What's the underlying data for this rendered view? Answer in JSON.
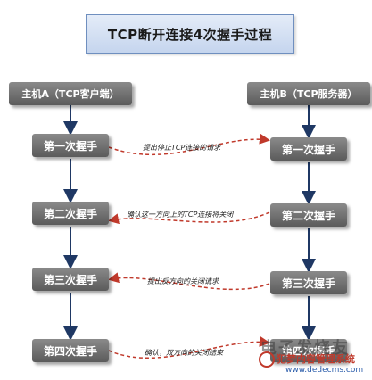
{
  "title": "TCP断开连接4次握手过程",
  "hosts": {
    "a": "主机A（TCP客户端）",
    "b": "主机B（TCP服务器）"
  },
  "client_steps": [
    "第一次握手",
    "第二次握手",
    "第三次握手",
    "第四次握手"
  ],
  "server_steps": [
    "第一次握手",
    "第二次握手",
    "第三次握手",
    "第四次握手"
  ],
  "messages": [
    {
      "text": "提出停止TCP连接的请求",
      "direction": "A→B"
    },
    {
      "text": "确认这一方向上的TCP连接将关闭",
      "direction": "B→A"
    },
    {
      "text": "提出反方向的关闭请求",
      "direction": "B→A"
    },
    {
      "text": "确认，双方向的关闭结束",
      "direction": "A→B"
    }
  ],
  "colors": {
    "arrow_vertical": "#1f3864",
    "arrow_message": "#c0392b",
    "node": "#6e6e6e",
    "title_bg": "#d6e2f4"
  },
  "watermark": {
    "brand": "电子发烧友",
    "site": "犯梦内容管理系统",
    "url": "www.dedecms.com"
  }
}
